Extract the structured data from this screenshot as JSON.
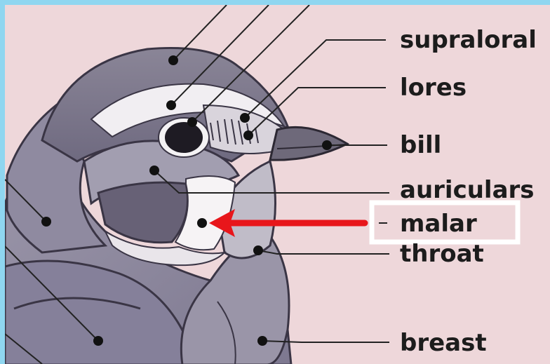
{
  "labels": [
    {
      "id": "supraloral",
      "text": "supraloral"
    },
    {
      "id": "lores",
      "text": "lores"
    },
    {
      "id": "bill",
      "text": "bill"
    },
    {
      "id": "auriculars",
      "text": "auriculars"
    },
    {
      "id": "malar",
      "text": "malar"
    },
    {
      "id": "throat",
      "text": "throat"
    },
    {
      "id": "breast",
      "text": "breast"
    }
  ],
  "highlight": {
    "label": "malar",
    "box_color": "#ffffff",
    "arrow_color": "#e8161b"
  },
  "colors": {
    "frame": "#8fd6f0",
    "paper": "#eed7da",
    "ink": "#1c1c1c"
  }
}
